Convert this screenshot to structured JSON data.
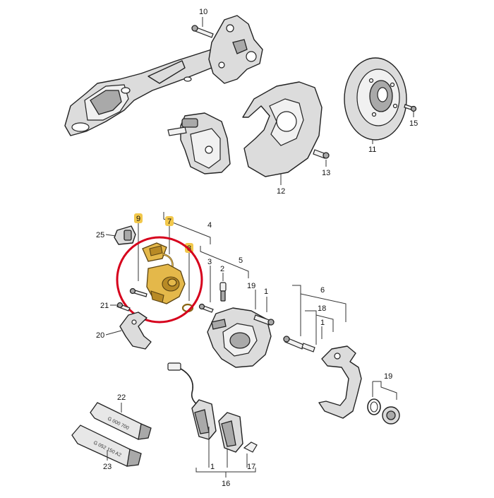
{
  "callouts": {
    "c1": "1",
    "c2": "2",
    "c3": "3",
    "c4": "4",
    "c5": "5",
    "c6": "6",
    "c7": "7",
    "c8": "8",
    "c9": "9",
    "c10": "10",
    "c11": "11",
    "c12": "12",
    "c13": "13",
    "c15": "15",
    "c16": "16",
    "c17": "17",
    "c18": "18",
    "c19": "19",
    "c20": "20",
    "c21": "21",
    "c22": "22",
    "c23": "23",
    "c25": "25"
  },
  "tube_labels": {
    "tube22": "G 000 700",
    "tube23": "G 052 150 A2"
  },
  "colors": {
    "highlight_callout": "#f2c84b",
    "highlight_part": "#e4b84a",
    "focus_circle": "#d6001c"
  }
}
